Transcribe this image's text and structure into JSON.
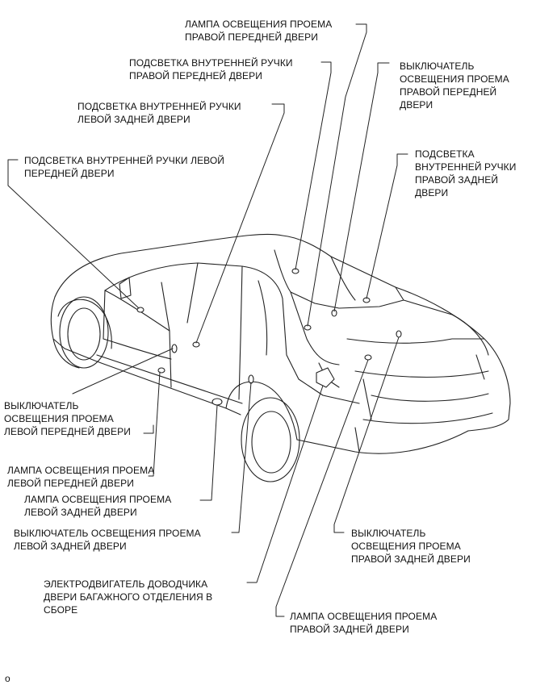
{
  "diagram": {
    "labels": {
      "lamp_rf": "ЛАМПА ОСВЕЩЕНИЯ ПРОЕМА\nПРАВОЙ ПЕРЕДНЕЙ ДВЕРИ",
      "light_rf_handle": "ПОДСВЕТКА ВНУТРЕННЕЙ РУЧКИ\nПРАВОЙ ПЕРЕДНЕЙ ДВЕРИ",
      "switch_rf": "ВЫКЛЮЧАТЕЛЬ\nОСВЕЩЕНИЯ ПРОЕМА\nПРАВОЙ ПЕРЕДНЕЙ\nДВЕРИ",
      "light_lr_handle": "ПОДСВЕТКА ВНУТРЕННЕЙ РУЧКИ\nЛЕВОЙ ЗАДНЕЙ ДВЕРИ",
      "light_rr_handle": "ПОДСВЕТКА\nВНУТРЕННЕЙ РУЧКИ\nПРАВОЙ ЗАДНЕЙ\nДВЕРИ",
      "light_lf_handle": "ПОДСВЕТКА ВНУТРЕННЕЙ РУЧКИ ЛЕВОЙ\nПЕРЕДНЕЙ ДВЕРИ",
      "switch_lf": "ВЫКЛЮЧАТЕЛЬ\nОСВЕЩЕНИЯ ПРОЕМА\nЛЕВОЙ ПЕРЕДНЕЙ ДВЕРИ",
      "lamp_lf": "ЛАМПА ОСВЕЩЕНИЯ ПРОЕМА\nЛЕВОЙ ПЕРЕДНЕЙ ДВЕРИ",
      "lamp_lr": "ЛАМПА ОСВЕЩЕНИЯ ПРОЕМА\nЛЕВОЙ ЗАДНЕЙ ДВЕРИ",
      "switch_lr": "ВЫКЛЮЧАТЕЛЬ ОСВЕЩЕНИЯ ПРОЕМА\nЛЕВОЙ ЗАДНЕЙ ДВЕРИ",
      "switch_rr": "ВЫКЛЮЧАТЕЛЬ\nОСВЕЩЕНИЯ ПРОЕМА\nПРАВОЙ ЗАДНЕЙ ДВЕРИ",
      "trunk_closer": "ЭЛЕКТРОДВИГАТЕЛЬ ДОВОДЧИКА\nДВЕРИ БАГАЖНОГО ОТДЕЛЕНИЯ В\nСБОРЕ",
      "lamp_rr": "ЛАМПА ОСВЕЩЕНИЯ ПРОЕМА\nПРАВОЙ ЗАДНЕЙ ДВЕРИ"
    },
    "footer": "o"
  }
}
